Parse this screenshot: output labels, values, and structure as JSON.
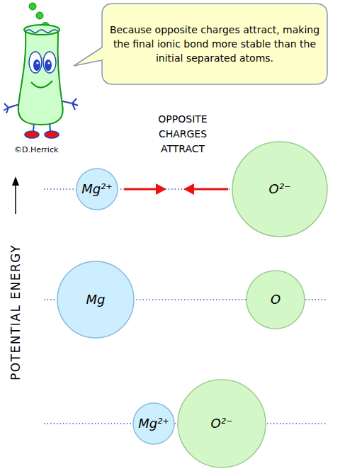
{
  "diagram": {
    "nodes": [
      {
        "text": [
          "Because opposite charges attract, making the final ionic bond more stable than the initial separated atoms."
        ]
      },
      {
        "text": [
          "Mg²⁺"
        ]
      },
      {
        "text": [
          "O²⁻"
        ]
      },
      {
        "text": [
          "Mg"
        ]
      },
      {
        "text": [
          "O"
        ]
      },
      {
        "text": [
          "Mg²⁺"
        ]
      },
      {
        "text": [
          "O²⁻"
        ]
      }
    ],
    "labels": [
      "©D.Herrick",
      "OPPOSITE CHARGES ATTRACT",
      "POTENTIAL ENERGY"
    ]
  }
}
